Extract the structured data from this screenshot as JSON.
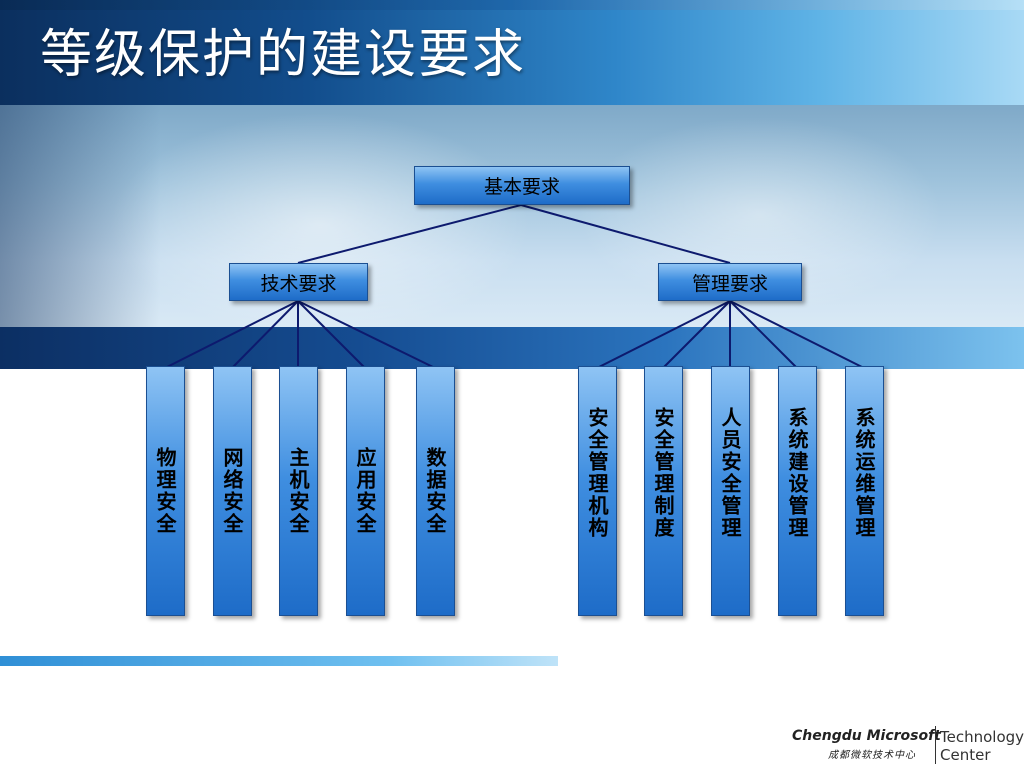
{
  "slide": {
    "title": "等级保护的建设要求"
  },
  "tree": {
    "root": "基本要求",
    "branches": [
      {
        "label": "技术要求",
        "children": [
          "物理安全",
          "网络安全",
          "主机安全",
          "应用安全",
          "数据安全"
        ]
      },
      {
        "label": "管理要求",
        "children": [
          "安全管理机构",
          "安全管理制度",
          "人员安全管理",
          "系统建设管理",
          "系统运维管理"
        ]
      }
    ]
  },
  "logo": {
    "english": "Chengdu Microsoft",
    "chinese": "成都微软技术中心",
    "technology": "Technology",
    "center": "Center"
  },
  "colors": {
    "box_top": "#8fc4f4",
    "box_bottom": "#1e6cc8",
    "connector": "#0d1a6e",
    "title_text": "#ffffff"
  }
}
